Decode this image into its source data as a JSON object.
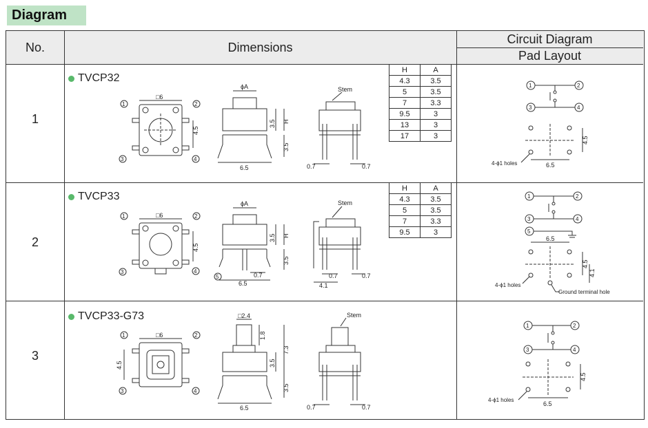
{
  "title": "Diagram",
  "header": {
    "no": "No.",
    "dimensions": "Dimensions",
    "circuit": "Circuit Diagram",
    "pad": "Pad Layout"
  },
  "rows": [
    {
      "no": "1",
      "model": "TVCP32",
      "ha_head": [
        "H",
        "A"
      ],
      "ha": [
        [
          "4.3",
          "3.5"
        ],
        [
          "5",
          "3.5"
        ],
        [
          "7",
          "3.3"
        ],
        [
          "9.5",
          "3"
        ],
        [
          "13",
          "3"
        ],
        [
          "17",
          "3"
        ]
      ]
    },
    {
      "no": "2",
      "model": "TVCP33",
      "ha_head": [
        "H",
        "A"
      ],
      "ha": [
        [
          "4.3",
          "3.5"
        ],
        [
          "5",
          "3.5"
        ],
        [
          "7",
          "3.3"
        ],
        [
          "9.5",
          "3"
        ]
      ]
    },
    {
      "no": "3",
      "model": "TVCP33-G73"
    }
  ],
  "labels": {
    "box6": "□6",
    "box24": "□2.4",
    "phiA": "ϕA",
    "stem": "Stem",
    "d35": "3.5",
    "d45": "4.5",
    "d65": "6.5",
    "d07": "0.7",
    "d41": "4.1",
    "d18": "1.8",
    "d73": "7.3",
    "H": "H",
    "holes": "4-ϕ1 holes",
    "ground": "Ground terminal hole",
    "t1": "1",
    "t2": "2",
    "t3": "3",
    "t4": "4",
    "t5": "5"
  },
  "colors": {
    "header_bg": "#ececec",
    "title_bg": "#bfe3c6",
    "bullet": "#59b96b"
  }
}
